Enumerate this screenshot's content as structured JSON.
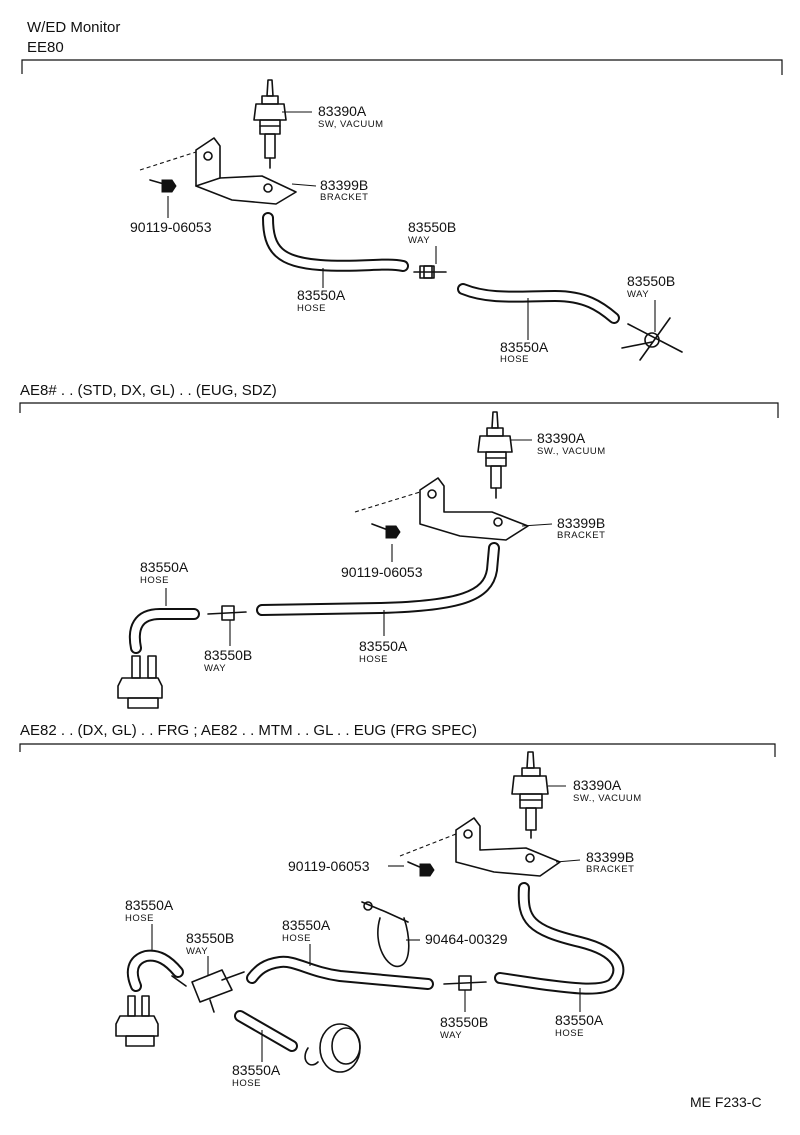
{
  "title": "W/ED Monitor",
  "model": "EE80",
  "footer_code": "ME F233-C",
  "sections": [
    {
      "heading": "",
      "labels": [
        {
          "part_no": "83390A",
          "name": "SW, VACUUM"
        },
        {
          "part_no": "83399B",
          "name": "BRACKET"
        },
        {
          "part_no": "90119-06053",
          "name": ""
        },
        {
          "part_no": "83550B",
          "name": "WAY"
        },
        {
          "part_no": "83550A",
          "name": "HOSE"
        },
        {
          "part_no": "83550A",
          "name": "HOSE"
        },
        {
          "part_no": "83550B",
          "name": "WAY"
        }
      ]
    },
    {
      "heading": "AE8# . . (STD, DX, GL) . . (EUG, SDZ)",
      "labels": [
        {
          "part_no": "83390A",
          "name": "SW., VACUUM"
        },
        {
          "part_no": "83399B",
          "name": "BRACKET"
        },
        {
          "part_no": "90119-06053",
          "name": ""
        },
        {
          "part_no": "83550A",
          "name": "HOSE"
        },
        {
          "part_no": "83550B",
          "name": "WAY"
        },
        {
          "part_no": "83550A",
          "name": "HOSE"
        }
      ]
    },
    {
      "heading": "AE82 . . (DX, GL) . . FRG ; AE82 . . MTM . . GL . . EUG (FRG SPEC)",
      "labels": [
        {
          "part_no": "83390A",
          "name": "SW., VACUUM"
        },
        {
          "part_no": "83399B",
          "name": "BRACKET"
        },
        {
          "part_no": "90119-06053",
          "name": ""
        },
        {
          "part_no": "83550A",
          "name": "HOSE"
        },
        {
          "part_no": "83550B",
          "name": "WAY"
        },
        {
          "part_no": "83550A",
          "name": "HOSE"
        },
        {
          "part_no": "90464-00329",
          "name": ""
        },
        {
          "part_no": "83550B",
          "name": "WAY"
        },
        {
          "part_no": "83550A",
          "name": "HOSE"
        },
        {
          "part_no": "83550A",
          "name": "HOSE"
        }
      ]
    }
  ]
}
